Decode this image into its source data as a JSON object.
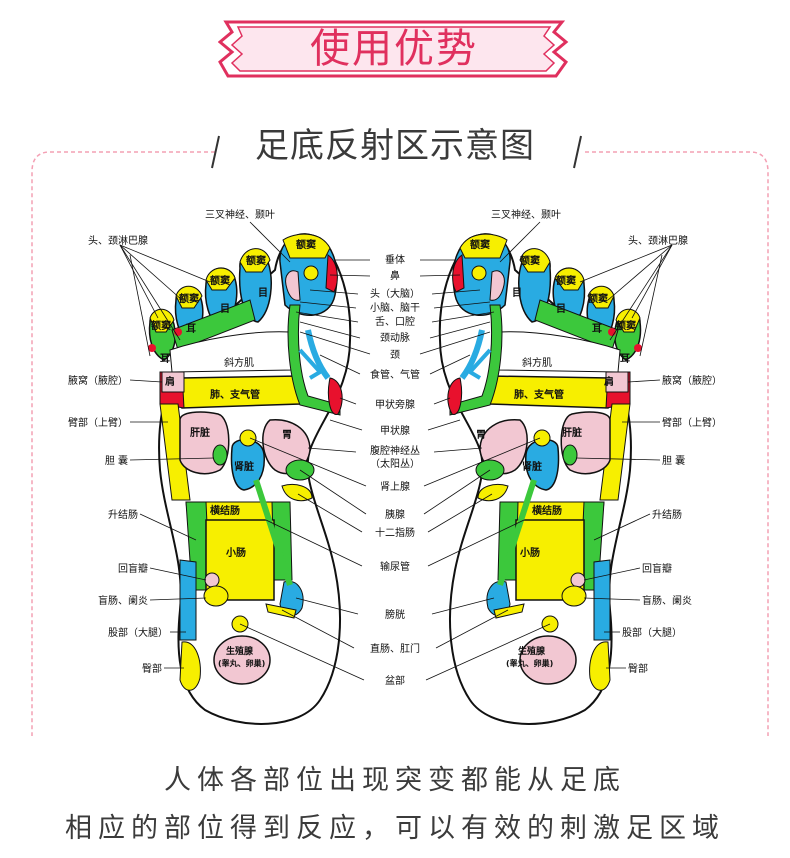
{
  "header": {
    "title": "使用优势"
  },
  "subtitle": "足底反射区示意图",
  "caption": {
    "line1": "人体各部位出现突变都能从足底",
    "line2": "相应的部位得到反应，可以有效的刺激足区域"
  },
  "zones": {
    "e": "额窦",
    "mu": "目",
    "er": "耳",
    "xf": "斜方肌",
    "fei": "肺、支气管",
    "jian": "肩",
    "gan": "肝脏",
    "wei": "胃",
    "shen": "肾脏",
    "hj": "横结肠",
    "xc": "小肠",
    "szx1": "生殖腺",
    "szx2": "(睾丸、卵巢)"
  },
  "labels_center": {
    "sanchahj": "三叉神经、颞叶",
    "chuiti": "垂体",
    "bi": "鼻",
    "tou": "头（大脑）",
    "xiaonao": "小脑、脑干",
    "she": "舌、口腔",
    "jingdm": "颈动脉",
    "jing": "颈",
    "shiguan": "食管、气管",
    "jiazhuang_pang": "甲状旁腺",
    "jiazhuang": "甲状腺",
    "fuqiang1": "腹腔神经丛",
    "fuqiang2": "（太阳丛）",
    "shenshang": "肾上腺",
    "yixian": "胰腺",
    "shier": "十二指肠",
    "shuniao": "输尿管",
    "pangguang": "膀胱",
    "zhichang": "直肠、肛门",
    "penbu": "盆部"
  },
  "labels_left": {
    "tou_jing": "头、颈淋巴腺",
    "yewo": "腋窝（腋腔）",
    "bibu": "臂部（上臂）",
    "dannang": "胆 囊",
    "shengjie": "升结肠",
    "huimang": "回盲瓣",
    "mangchang": "盲肠、阑炎",
    "gubu": "股部（大腿）",
    "tunbu": "臀部"
  },
  "labels_right": {
    "tou_jing": "头、颈淋巴腺",
    "yewo": "腋窝（腋腔）",
    "bibu": "臂部（上臂）",
    "dannang": "胆 囊",
    "shengjie": "升结肠",
    "huimang": "回盲瓣",
    "mangchang": "盲肠、阑炎",
    "gubu": "股部（大腿）",
    "tunbu": "臀部"
  },
  "colors": {
    "accent": "#e0305e",
    "yellow": "#f7ef00",
    "blue": "#29abe2",
    "green": "#3cc83c",
    "pink": "#f2c7d2",
    "red": "#e8112d"
  }
}
